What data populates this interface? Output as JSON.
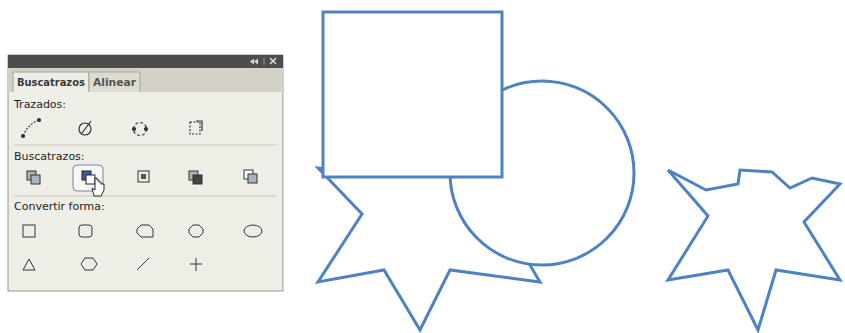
{
  "diagram": {
    "labels": [
      "Buscatrazos",
      "Alinear",
      "Trazados:",
      "Buscatrazos:",
      "Convertir forma:"
    ]
  }
}
